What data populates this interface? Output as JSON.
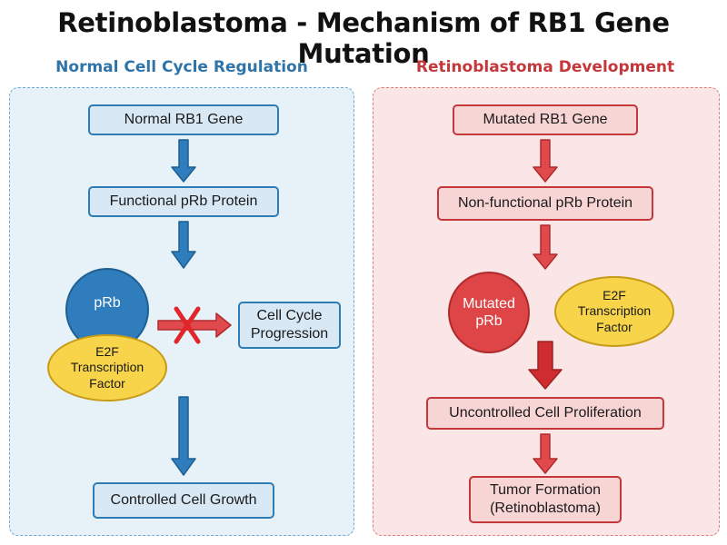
{
  "title": "Retinoblastoma - Mechanism of RB1 Gene Mutation",
  "normal": {
    "heading": "Normal Cell Cycle Regulation",
    "gene": "Normal RB1 Gene",
    "protein": "Functional pRb Protein",
    "prb_label": "pRb",
    "e2f_label": "E2F\nTranscription\nFactor",
    "cycle_label": "Cell Cycle\nProgression",
    "outcome": "Controlled Cell Growth",
    "blocked_icon": "x-cross-icon"
  },
  "retinoblastoma": {
    "heading": "Retinoblastoma Development",
    "gene": "Mutated RB1 Gene",
    "protein": "Non-functional pRb Protein",
    "prb_label": "Mutated\npRb",
    "e2f_label": "E2F\nTranscription\nFactor",
    "proliferation": "Uncontrolled Cell Proliferation",
    "tumor": "Tumor Formation\n(Retinoblastoma)"
  },
  "colors": {
    "blue_accent": "#2f7bb3",
    "red_accent": "#c4373a",
    "e2f_yellow": "#f7d44a",
    "blocked_cross": "#e0262b"
  }
}
